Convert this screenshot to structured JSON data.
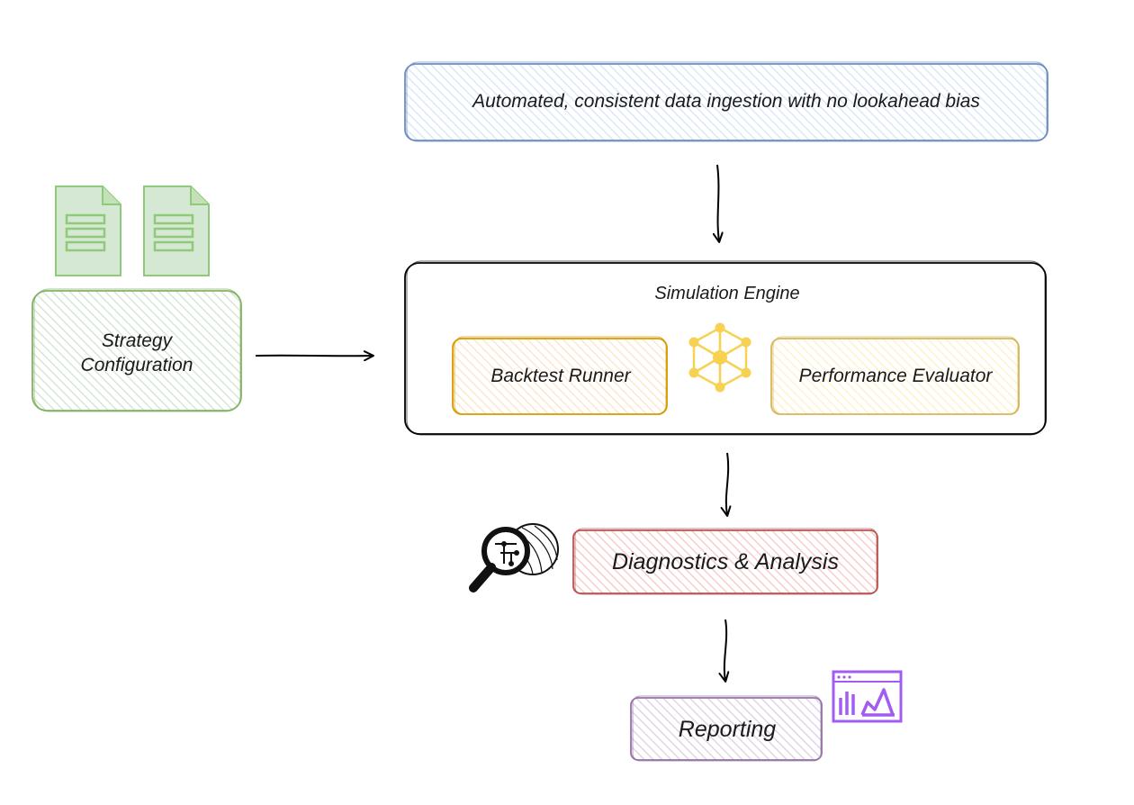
{
  "data_ingestion": {
    "label": "Automated, consistent data ingestion with no lookahead bias"
  },
  "strategy": {
    "line1": "Strategy",
    "line2": "Configuration"
  },
  "simulation_engine": {
    "title": "Simulation Engine",
    "backtest_runner": "Backtest Runner",
    "performance_evaluator": "Performance Evaluator"
  },
  "diagnostics": {
    "label": "Diagnostics & Analysis"
  },
  "reporting": {
    "label": "Reporting"
  },
  "colors": {
    "blue": "#6c8ebf",
    "blue_fill": "#dae8fc",
    "green": "#82b366",
    "green_fill": "#d5e8d4",
    "orange": "#d79b00",
    "orange_fill": "#ffe6cc",
    "yellow": "#d6b656",
    "yellow_fill": "#fff2cc",
    "red": "#b85450",
    "red_fill": "#f8cecc",
    "purple": "#9673a6",
    "purple_fill": "#e1d5e7",
    "icon_green": "#8fc97a",
    "icon_yellow": "#f7d154",
    "icon_purple": "#a25cf0"
  },
  "icons": [
    "document-icon",
    "hub-icon",
    "magnifier-icon",
    "dashboard-icon"
  ]
}
